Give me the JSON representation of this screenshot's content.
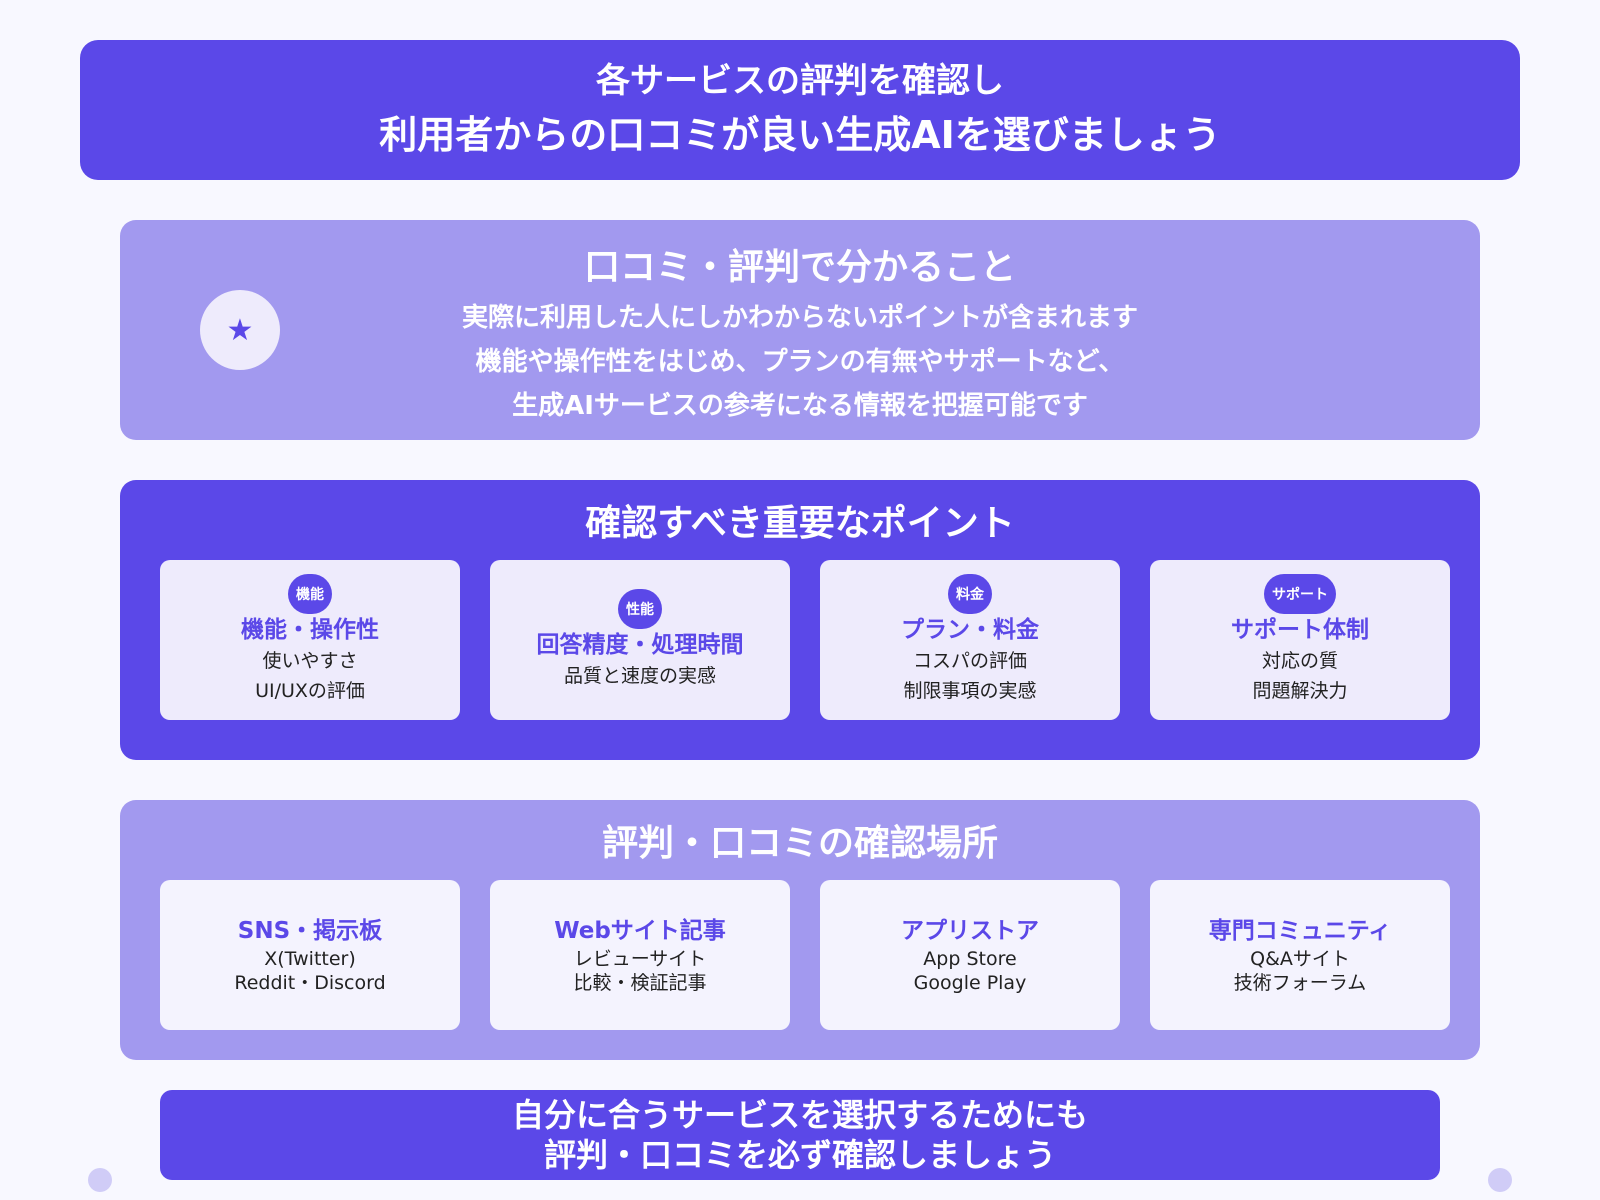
{
  "hero": {
    "line1": "各サービスの評判を確認し",
    "line2": "利用者からの口コミが良い生成AIを選びましょう"
  },
  "about": {
    "icon": "★",
    "title": "口コミ・評判で分かること",
    "lines": [
      "実際に利用した人にしかわからないポイントが含まれます",
      "機能や操作性をはじめ、プランの有無やサポートなど、",
      "生成AIサービスの参考になる情報を把握可能です"
    ]
  },
  "points": {
    "title": "確認すべき重要なポイント",
    "cards": [
      {
        "badge": "機能",
        "title": "機能・操作性",
        "lines": [
          "使いやすさ",
          "UI/UXの評価"
        ]
      },
      {
        "badge": "性能",
        "title": "回答精度・処理時間",
        "lines": [
          "品質と速度の実感"
        ]
      },
      {
        "badge": "料金",
        "title": "プラン・料金",
        "lines": [
          "コスパの評価",
          "制限事項の実感"
        ]
      },
      {
        "badge": "サポート",
        "title": "サポート体制",
        "lines": [
          "対応の質",
          "問題解決力"
        ]
      }
    ]
  },
  "places": {
    "title": "評判・口コミの確認場所",
    "cards": [
      {
        "title": "SNS・掲示板",
        "lines": [
          "X(Twitter)",
          "Reddit・Discord"
        ]
      },
      {
        "title": "Webサイト記事",
        "lines": [
          "レビューサイト",
          "比較・検証記事"
        ]
      },
      {
        "title": "アプリストア",
        "lines": [
          "App Store",
          "Google Play"
        ]
      },
      {
        "title": "専門コミュニティ",
        "lines": [
          "Q&Aサイト",
          "技術フォーラム"
        ]
      }
    ]
  },
  "footer": {
    "line1": "自分に合うサービスを選択するためにも",
    "line2": "評判・口コミを必ず確認しましょう"
  },
  "colors": {
    "primary": "#5b48e8",
    "light_panel": "#a299ef",
    "card_bg": "#eeebfc",
    "page_bg": "#f8f8ff"
  }
}
